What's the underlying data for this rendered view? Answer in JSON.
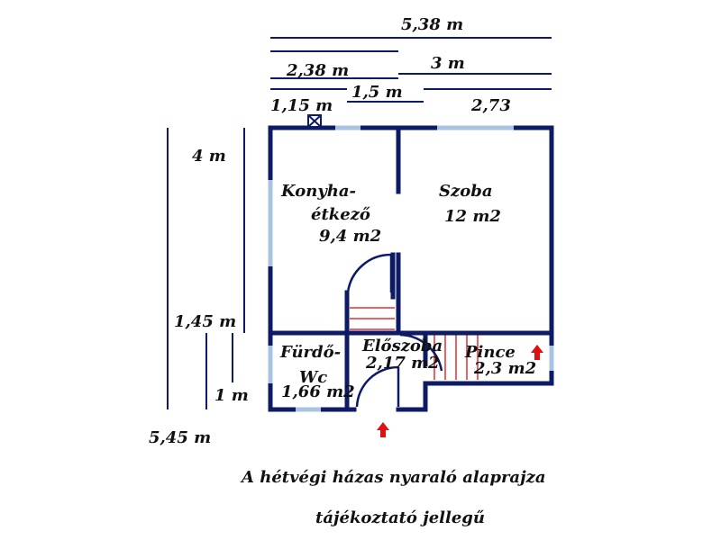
{
  "colors": {
    "wall": "#0d1a66",
    "window": "#a9c4e0",
    "stairs": "#e03030",
    "arrow": "#dd1111",
    "text": "#111111"
  },
  "dimensions": {
    "total_width": "5,38 m",
    "width_238": "2,38 m",
    "width_3": "3 m",
    "width_15": "1,5 m",
    "width_115": "1,15 m",
    "width_273": "2,73",
    "height_4": "4 m",
    "height_145": "1,45 m",
    "height_1": "1 m",
    "total_height": "5,45 m"
  },
  "rooms": {
    "kitchen": {
      "name_line1": "Konyha-",
      "name_line2": "étkező",
      "area": "9,4 m2"
    },
    "room": {
      "name": "Szoba",
      "area": "12 m2"
    },
    "bathroom": {
      "name_line1": "Fürdő-",
      "name_line2": "Wc",
      "area": "1,66 m2"
    },
    "hall": {
      "name": "Előszoba",
      "area": "2,17 m2"
    },
    "cellar": {
      "name": "Pince",
      "area": "2,3 m2"
    }
  },
  "icons": {
    "vent": "vent-icon",
    "entrance_arrow": "entrance-arrow-icon",
    "cellar_arrow": "cellar-arrow-icon"
  },
  "caption": {
    "line1": "A hétvégi házas nyaraló alaprajza",
    "line2": "tájékoztató jellegű"
  }
}
